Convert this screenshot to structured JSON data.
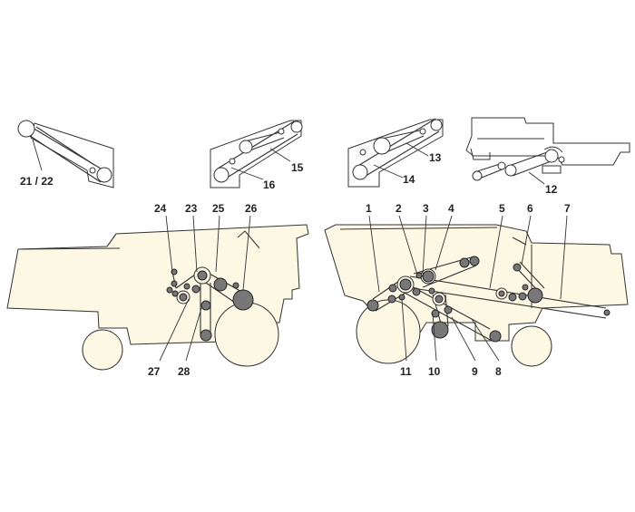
{
  "callouts": {
    "c1": "1",
    "c2": "2",
    "c3": "3",
    "c4": "4",
    "c5": "5",
    "c6": "6",
    "c7": "7",
    "c8": "8",
    "c9": "9",
    "c10": "10",
    "c11": "11",
    "c12": "12",
    "c13": "13",
    "c14": "14",
    "c15": "15",
    "c16": "16",
    "c21_22": "21 / 22",
    "c23": "23",
    "c24": "24",
    "c25": "25",
    "c26": "26",
    "c27": "27",
    "c28": "28"
  },
  "colors": {
    "body_fill": "#fcf8e4",
    "line": "#333333",
    "pulley": "#777777"
  }
}
